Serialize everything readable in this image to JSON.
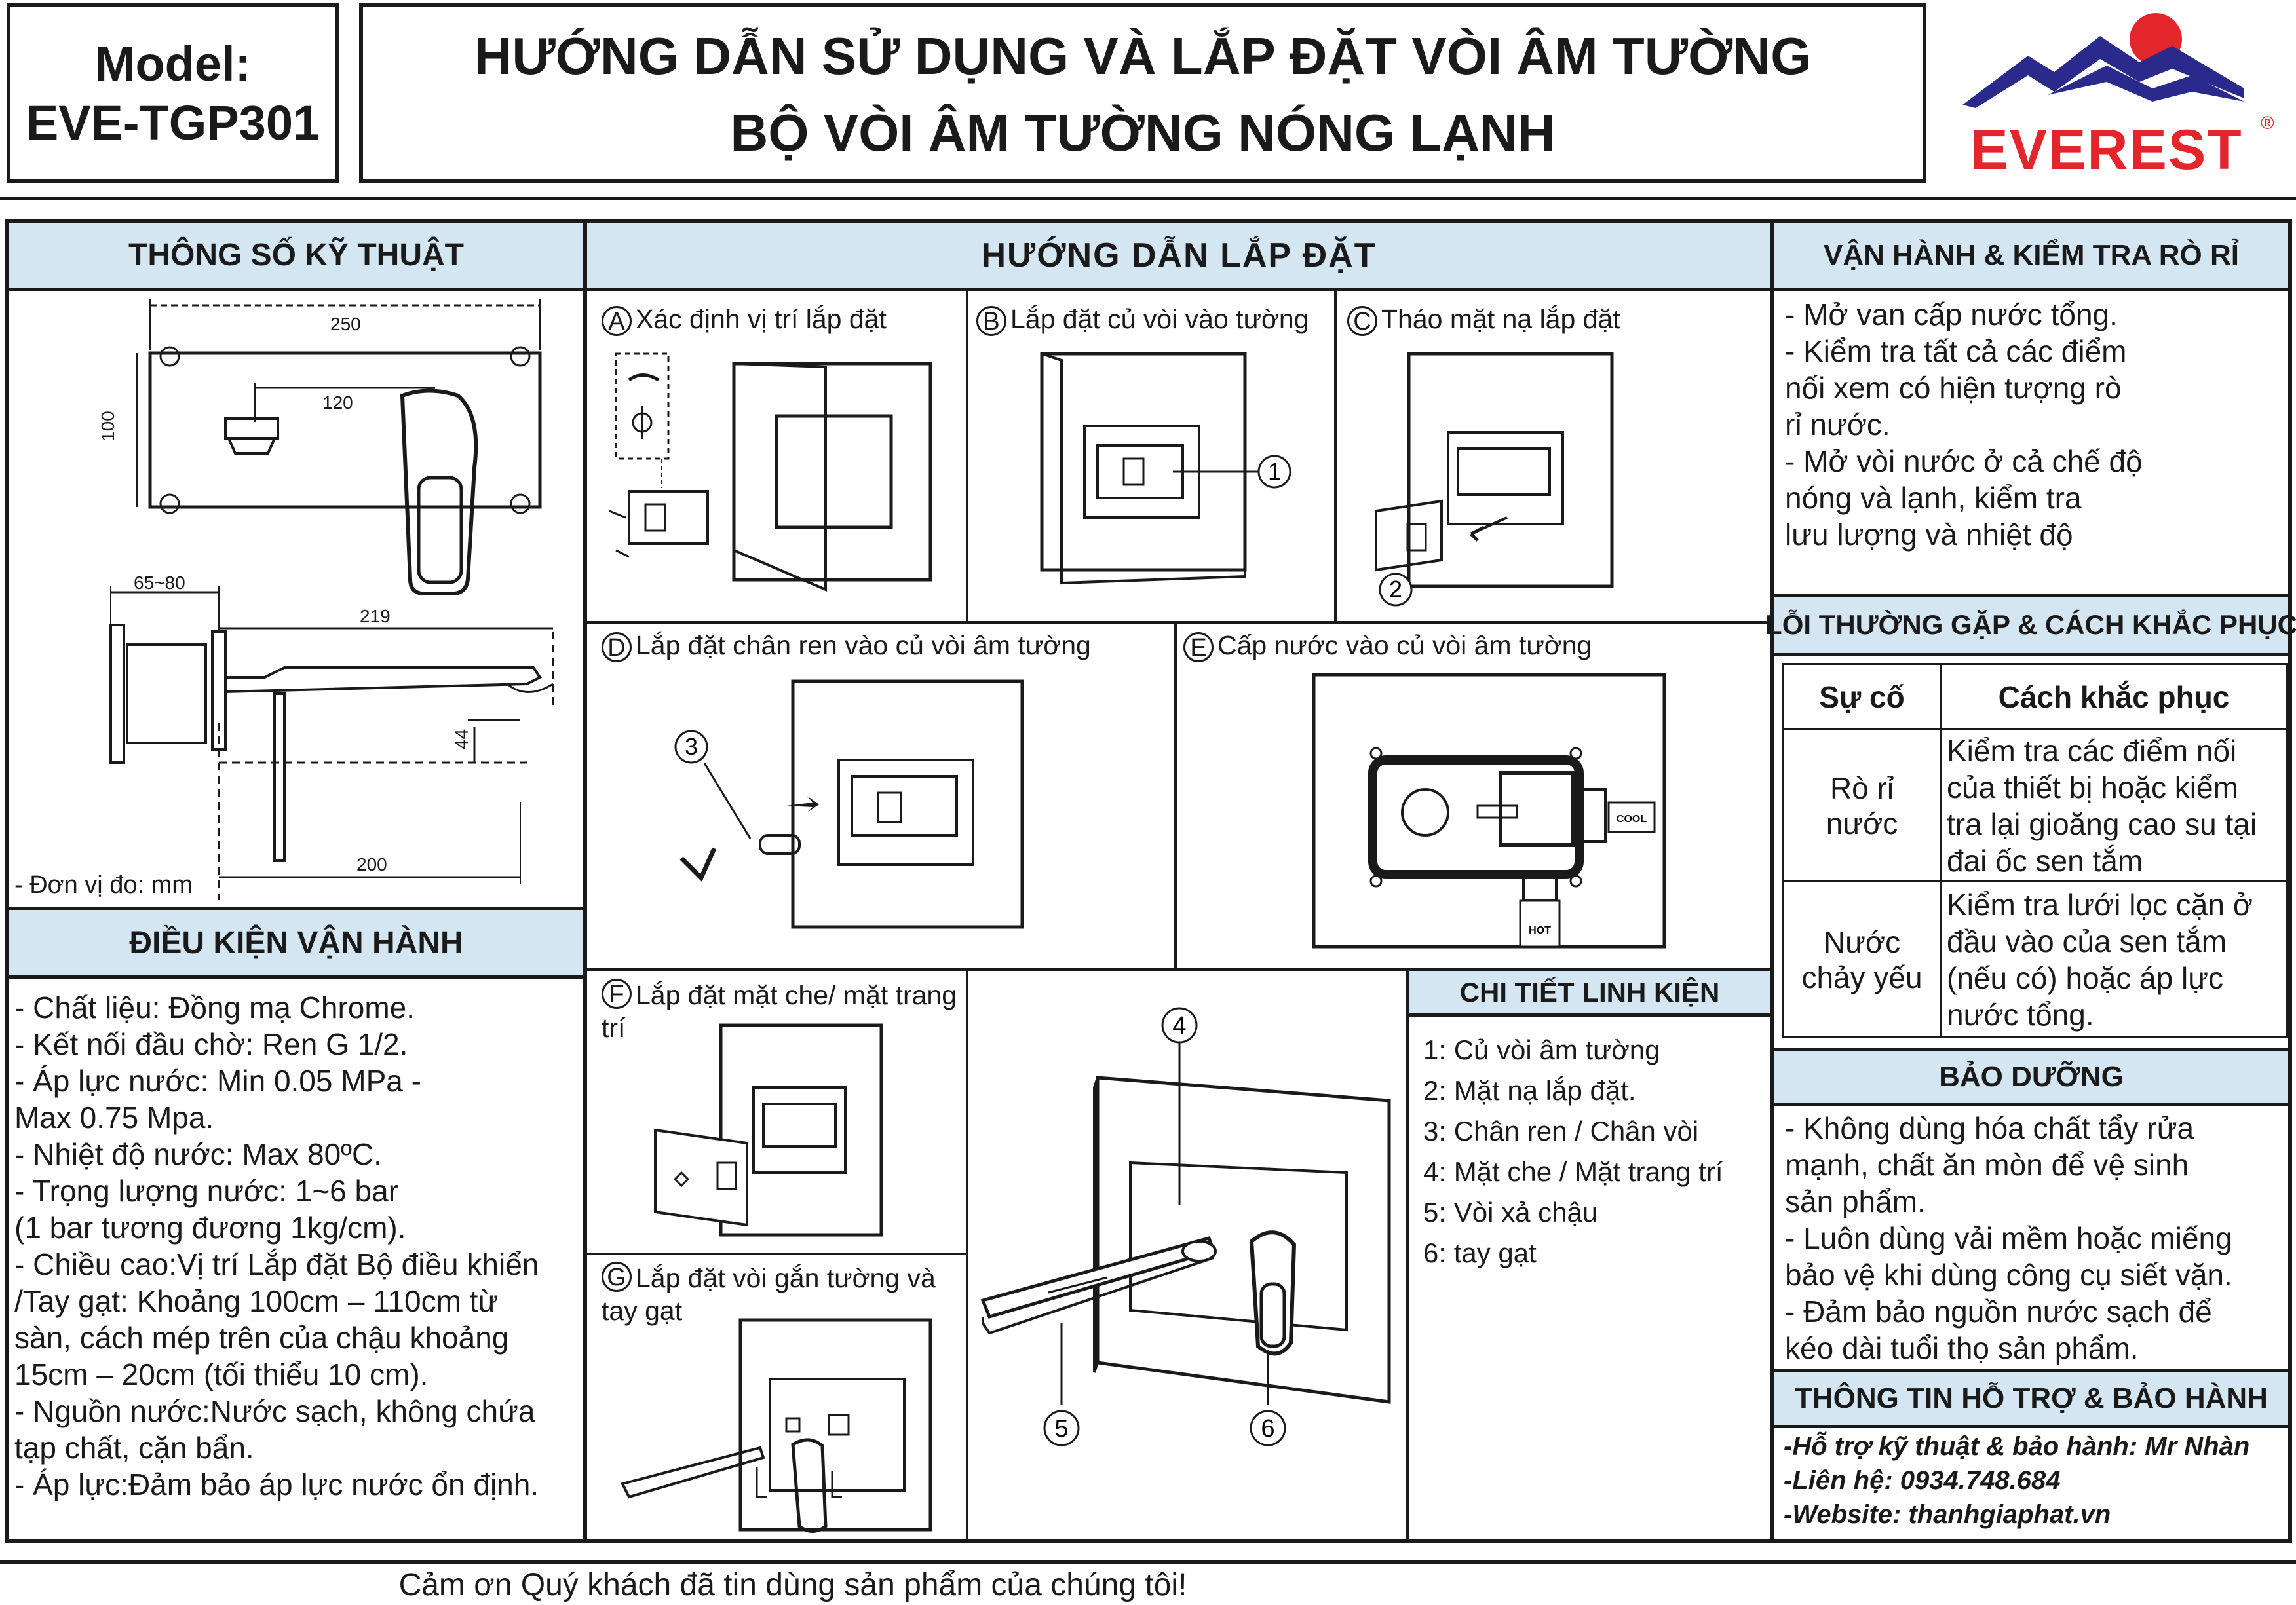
{
  "header": {
    "model_label": "Model:",
    "model_code": "EVE-TGP301",
    "title_line1": "HƯỚNG DẪN SỬ DỤNG VÀ LẮP ĐẶT VÒI ÂM TƯỜNG",
    "title_line2": "BỘ VÒI ÂM TƯỜNG NÓNG LẠNH",
    "brand": "EVEREST",
    "brand_mark": "®"
  },
  "specs": {
    "title": "THÔNG SỐ KỸ THUẬT",
    "dims": {
      "d250": "250",
      "d120": "120",
      "d100": "100",
      "d65": "65~80",
      "d219": "219",
      "d44": "44",
      "d200": "200"
    },
    "unit_note": "- Đơn vị đo: mm"
  },
  "conditions": {
    "title": "ĐIỀU KIỆN VẬN HÀNH",
    "text": "- Chất liệu: Đồng mạ Chrome.\n- Kết nối đầu chờ: Ren G 1/2.\n- Áp lực nước: Min 0.05 MPa -\nMax 0.75 Mpa.\n- Nhiệt độ nước: Max 80ºC.\n- Trọng lượng nước: 1~6 bar\n(1 bar tương đương 1kg/cm).\n- Chiều cao:Vị trí Lắp đặt Bộ điều khiển\n /Tay gạt: Khoảng 100cm – 110cm từ\nsàn, cách mép trên của chậu khoảng\n15cm – 20cm (tối thiểu 10 cm).\n- Nguồn nước:Nước sạch, không chứa\ntạp chất, cặn bẩn.\n- Áp lực:Đảm bảo áp lực nước ổn định."
  },
  "install": {
    "title": "HƯỚNG DẪN LẮP ĐẶT",
    "steps": [
      {
        "letter": "A",
        "text": "Xác định vị trí lắp đặt"
      },
      {
        "letter": "B",
        "text": "Lắp đặt củ vòi vào tường"
      },
      {
        "letter": "C",
        "text": "Tháo mặt nạ lắp đặt"
      },
      {
        "letter": "D",
        "text": "Lắp đặt chân ren vào củ vòi âm tường"
      },
      {
        "letter": "E",
        "text": "Cấp nước vào củ vòi âm tường"
      },
      {
        "letter": "F",
        "text": "Lắp đặt mặt che/ mặt trang\ntrí"
      },
      {
        "letter": "G",
        "text": "Lắp đặt vòi gắn tường và\ntay gạt"
      }
    ],
    "callouts": {
      "n1": "1",
      "n2": "2",
      "n3": "3",
      "n4": "4",
      "n5": "5",
      "n6": "6"
    },
    "cool_label": "COOL",
    "hot_label": "HOT"
  },
  "parts": {
    "title": "CHI TIẾT LINH KIỆN",
    "items": [
      "1: Củ vòi âm tường",
      "2: Mặt nạ lắp đặt.",
      "3: Chân ren / Chân vòi",
      "4: Mặt che / Mặt trang trí",
      "5: Vòi xả chậu",
      "6: tay gạt"
    ]
  },
  "operation": {
    "title": "VẬN HÀNH & KIỂM TRA RÒ RỈ",
    "text": "- Mở van cấp nước tổng.\n- Kiểm tra tất cả các điểm\nnối xem có hiện tượng rò\nrỉ nước.\n- Mở vòi nước ở cả chế độ\nnóng và lạnh, kiểm tra\nlưu lượng và nhiệt độ"
  },
  "errors": {
    "title": "LỖI THƯỜNG GẶP & CÁCH KHẮC PHỤC",
    "col1": "Sự cố",
    "col2": "Cách khắc phục",
    "rows": [
      {
        "issue": "Rò rỉ\nnước",
        "fix": "Kiểm tra các điểm nối\ncủa thiết bị hoặc kiểm\ntra lại gioăng cao su tại\nđai ốc sen tắm"
      },
      {
        "issue": "Nước\nchảy yếu",
        "fix": "Kiểm tra lưới lọc cặn ở\nđầu vào của sen tắm\n(nếu có) hoặc áp lực\nnước tổng."
      }
    ]
  },
  "maintenance": {
    "title": "BẢO DƯỠNG",
    "text": "- Không dùng hóa chất tẩy rửa\nmạnh, chất ăn mòn để vệ sinh\nsản phẩm.\n- Luôn dùng vải mềm hoặc miếng\nbảo vệ khi dùng công cụ siết vặn.\n- Đảm bảo nguồn nước sạch để\nkéo dài tuổi thọ sản phẩm."
  },
  "support": {
    "title": "THÔNG TIN HỖ TRỢ & BẢO HÀNH",
    "line1": "-Hỗ trợ kỹ thuật & bảo hành: Mr Nhàn",
    "line2": "-Liên hệ: 0934.748.684",
    "line3": "-Website: thanhgiaphat.vn"
  },
  "footer": "Cảm ơn Quý khách đã tin dùng sản phẩm của chúng tôi!",
  "colors": {
    "header_bg": "#d4e6f1",
    "brand_red": "#e3262b",
    "brand_blue": "#2a2a8c",
    "sun_red": "#e3262b"
  }
}
